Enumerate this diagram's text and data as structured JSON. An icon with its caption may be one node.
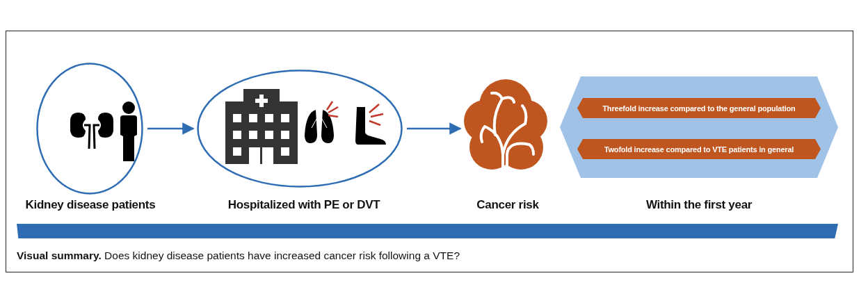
{
  "diagram": {
    "caption": "**Visual summary.** Does kidney disease patients have increased cancer risk following a VTE?",
    "nodes": [
      {
        "text": [
          "Kidney disease patients"
        ]
      },
      {
        "text": [
          "Hospitalized with PE or DVT"
        ]
      },
      {
        "text": [
          "Cancer risk"
        ]
      },
      {
        "text": [
          "Within the first year"
        ]
      },
      {
        "text": [
          "Threefold increase compared to the general population"
        ],
        "in": 3
      },
      {
        "text": [
          "Twofold increase compared to VTE patients in general"
        ],
        "in": 3
      },
      {
        "text": [],
        "shape": "bar"
      }
    ],
    "edges": [
      {
        "from": 0,
        "to": 1,
        "arrow": "to"
      },
      {
        "from": 1,
        "to": 2,
        "arrow": "to"
      }
    ]
  }
}
